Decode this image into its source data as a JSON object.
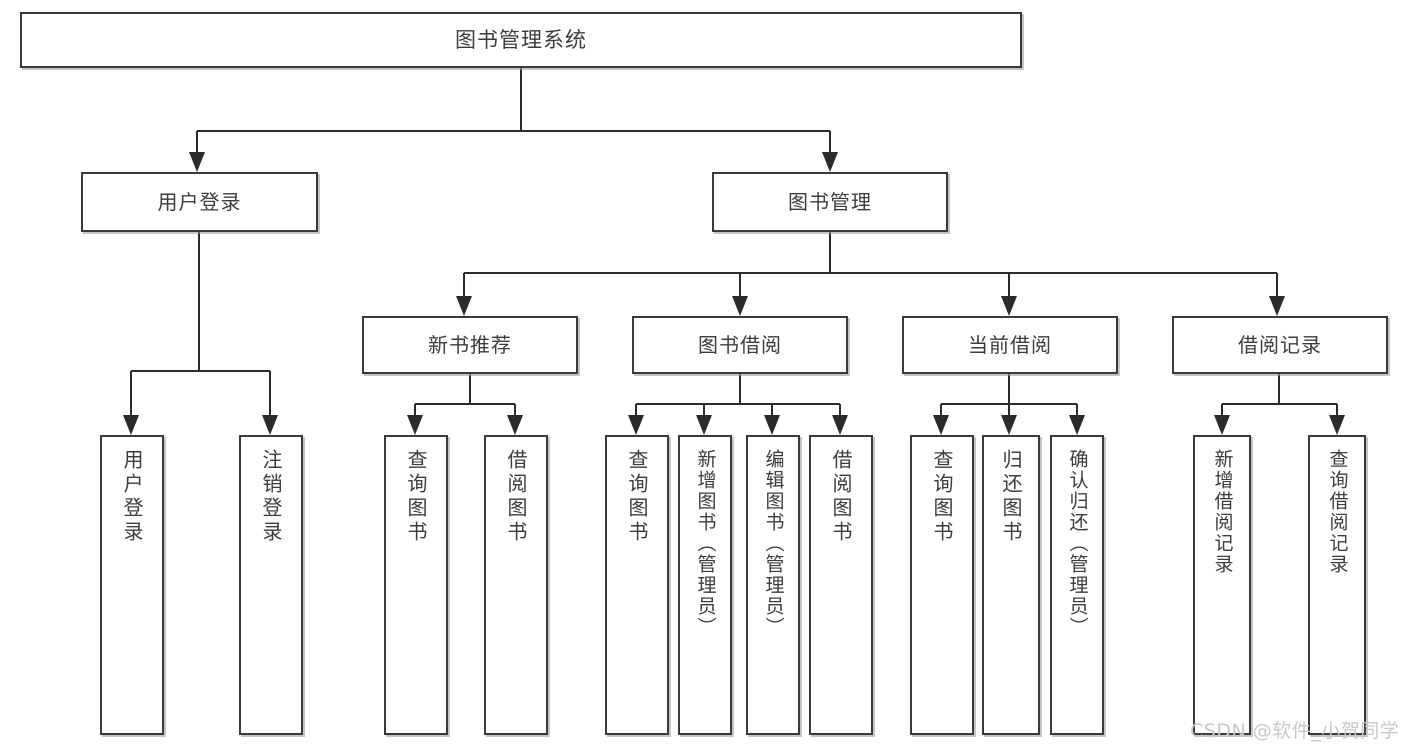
{
  "diagram": {
    "title": "图书管理系统",
    "root": {
      "label": "图书管理系统"
    },
    "level2": [
      {
        "label": "用户登录"
      },
      {
        "label": "图书管理"
      }
    ],
    "level3": [
      {
        "label": "新书推荐"
      },
      {
        "label": "图书借阅"
      },
      {
        "label": "当前借阅"
      },
      {
        "label": "借阅记录"
      }
    ],
    "leaves": {
      "user_login": [
        {
          "label": "用户登录"
        },
        {
          "label": "注销登录"
        }
      ],
      "new_book_recommend": [
        {
          "label": "查询图书"
        },
        {
          "label": "借阅图书"
        }
      ],
      "book_borrow": [
        {
          "label": "查询图书"
        },
        {
          "label": "新增图书（管理员）"
        },
        {
          "label": "编辑图书（管理员）"
        },
        {
          "label": "借阅图书"
        }
      ],
      "current_borrow": [
        {
          "label": "查询图书"
        },
        {
          "label": "归还图书"
        },
        {
          "label": "确认归还（管理员）"
        }
      ],
      "borrow_record": [
        {
          "label": "新增借阅记录"
        },
        {
          "label": "查询借阅记录"
        }
      ]
    }
  },
  "watermark": {
    "text": "CSDN @软件_小贺同学"
  },
  "colors": {
    "stroke": "#3a3a3a",
    "text": "#3c3c3c",
    "background": "#ffffff",
    "watermark": "#c9c9c9"
  }
}
